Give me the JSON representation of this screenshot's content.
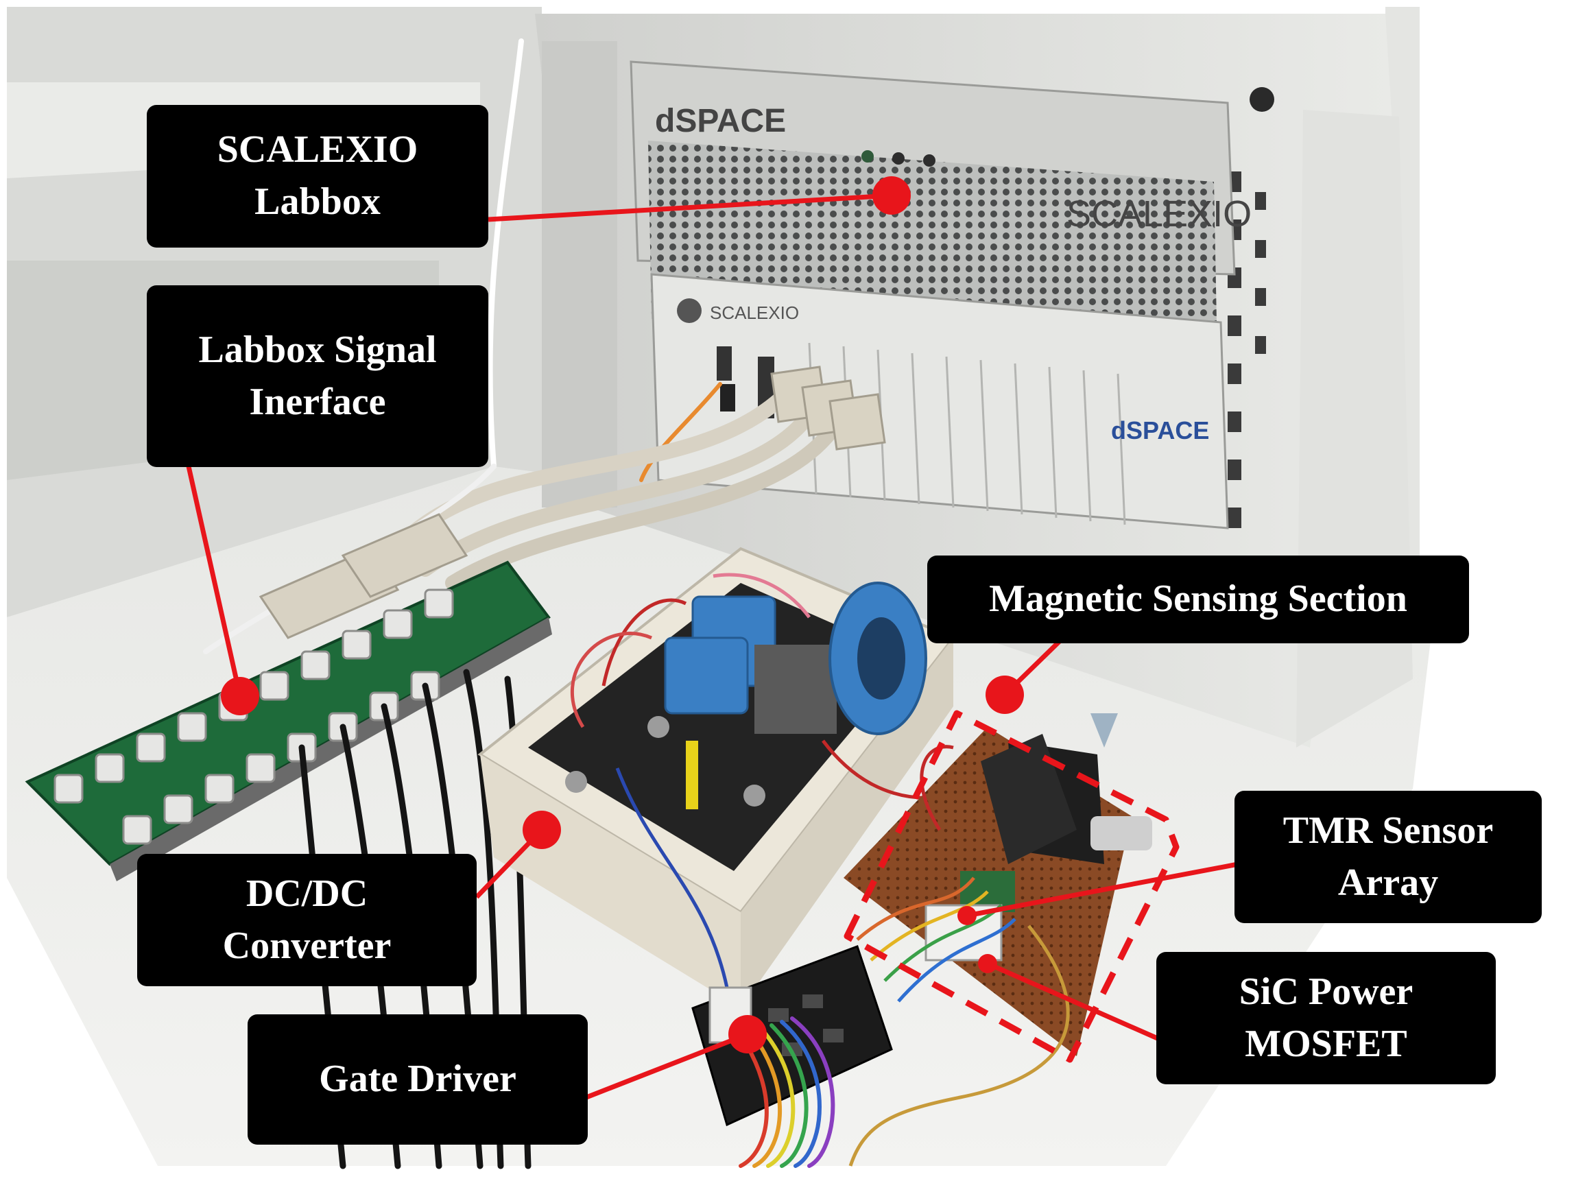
{
  "photo": {
    "brand_texts": [
      "dSPACE",
      "SCALEXIO",
      "SCALEXIO",
      "dSPACE"
    ],
    "colors": {
      "annotation_red": "#e8151b",
      "label_bg": "#000000",
      "label_text": "#ffffff",
      "pcb_green": "#1e6b3a",
      "capacitor_blue": "#3a7fc4",
      "rack_gray": "#d8d9d6"
    }
  },
  "labels": {
    "scalexio_labbox": {
      "lines": [
        "SCALEXIO",
        "Labbox"
      ]
    },
    "signal_interface": {
      "lines": [
        "Labbox Signal",
        "Inerface"
      ]
    },
    "magnetic_sensing": {
      "lines": [
        "Magnetic Sensing Section"
      ]
    },
    "tmr_sensor": {
      "lines": [
        "TMR Sensor",
        "Array"
      ]
    },
    "dcdc_converter": {
      "lines": [
        "DC/DC",
        "Converter"
      ]
    },
    "sic_mosfet": {
      "lines": [
        "SiC Power",
        "MOSFET"
      ]
    },
    "gate_driver": {
      "lines": [
        "Gate Driver"
      ]
    }
  }
}
